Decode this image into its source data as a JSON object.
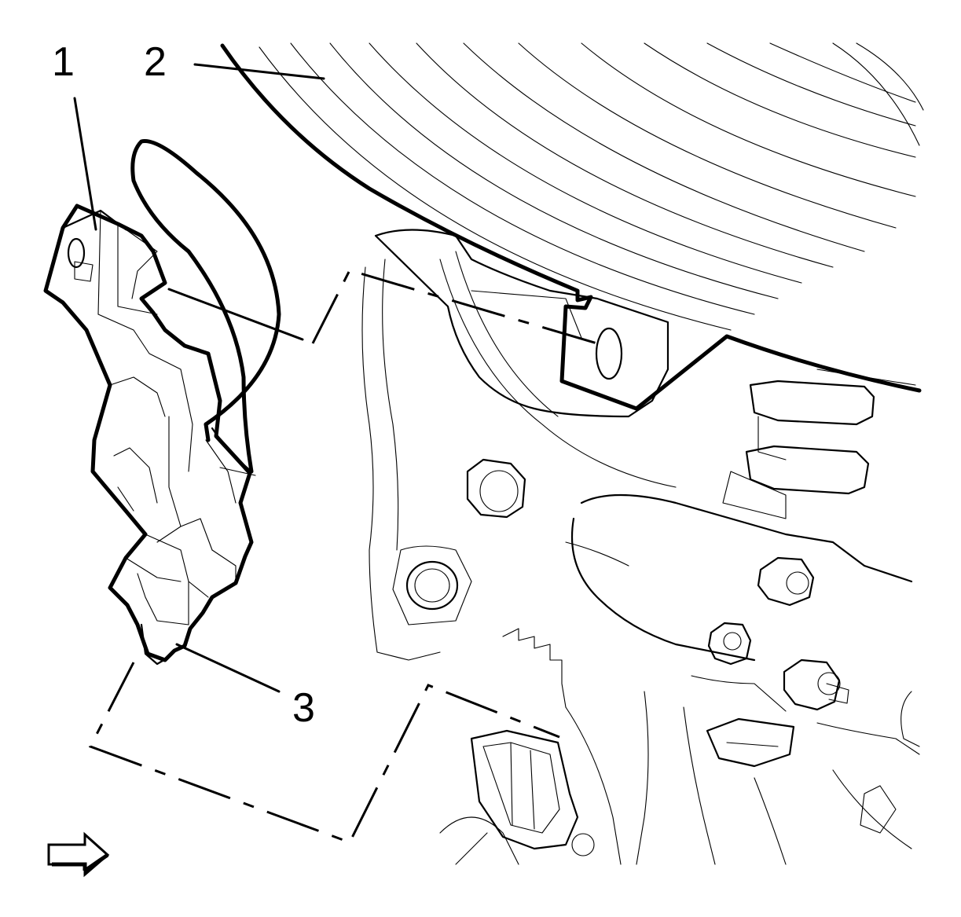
{
  "callouts": [
    {
      "id": "1",
      "label": "1"
    },
    {
      "id": "2",
      "label": "2"
    },
    {
      "id": "3",
      "label": "3"
    }
  ],
  "view_direction_icon": "arrow-right-icon",
  "colors": {
    "line": "#000000",
    "background": "#ffffff"
  }
}
